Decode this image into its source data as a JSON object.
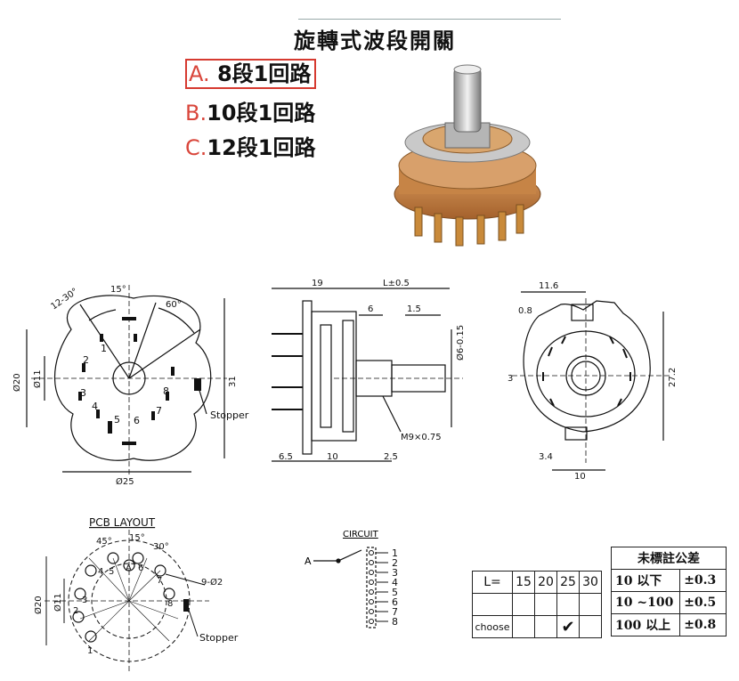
{
  "header": {
    "title": "旋轉式波段開關",
    "options": [
      {
        "letter": "A.",
        "text": "8段1回路",
        "selected": true
      },
      {
        "letter": "B.",
        "text": "10段1回路",
        "selected": false
      },
      {
        "letter": "C.",
        "text": "12段1回路",
        "selected": false
      }
    ]
  },
  "front_view": {
    "angles": [
      "12-30°",
      "15°",
      "60°"
    ],
    "pins": [
      "1",
      "2",
      "3",
      "4",
      "5",
      "6",
      "7",
      "8"
    ],
    "dims": {
      "height": "Ø20",
      "inner": "Ø11",
      "width": "Ø25",
      "total_height": "31"
    },
    "stopper": "Stopper"
  },
  "side_view": {
    "dims": {
      "body": "19",
      "shaft_len": "L±0.5",
      "d6": "6",
      "d15": "1.5",
      "shaft_dia": "Ø6-0.15",
      "d65": "6.5",
      "d10": "10",
      "d25": "2.5"
    },
    "thread": "M9×0.75"
  },
  "back_view": {
    "dims": {
      "top": "11.6",
      "d08": "0.8",
      "d3": "3",
      "height": "27.2",
      "d34": "3.4",
      "width": "10"
    }
  },
  "pcb": {
    "title": "PCB LAYOUT",
    "angles": [
      "45°",
      "15°",
      "30°"
    ],
    "holes": "9-Ø2",
    "dims": {
      "outer": "Ø20",
      "inner": "Ø11"
    },
    "pins": [
      "1",
      "2",
      "3",
      "4",
      "5",
      "6",
      "7",
      "8",
      "A"
    ],
    "stopper": "Stopper"
  },
  "circuit": {
    "title": "CIRCUIT",
    "common": "A",
    "positions": [
      "1",
      "2",
      "3",
      "4",
      "5",
      "6",
      "7",
      "8"
    ]
  },
  "length_table": {
    "label_row": "L=",
    "values": [
      "15",
      "20",
      "25",
      "30"
    ],
    "choose_label": "choose",
    "checked_value": "25",
    "check_mark": "✔"
  },
  "tolerance_table": {
    "header": "未標註公差",
    "rows": [
      {
        "range": "10 以下",
        "tol": "±0.3"
      },
      {
        "range": "10 ~100",
        "tol": "±0.5"
      },
      {
        "range": "100 以上",
        "tol": "±0.8"
      }
    ]
  }
}
